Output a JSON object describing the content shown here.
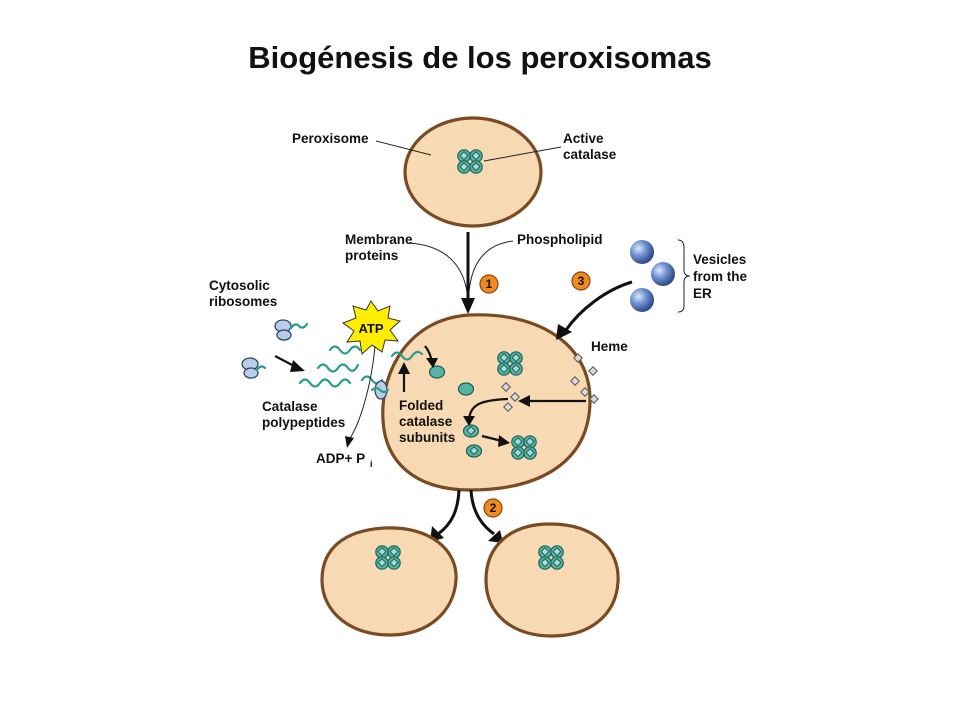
{
  "title": "Biogénesis de los peroxisomas",
  "labels": {
    "peroxisome": "Peroxisome",
    "active": "Active",
    "catalase": "catalase",
    "membrane": "Membrane",
    "proteins": "proteins",
    "phospholipid": "Phospholipid",
    "vesicles": "Vesicles",
    "from_the": "from the",
    "er": "ER",
    "cytosolic": "Cytosolic",
    "ribosomes": "ribosomes",
    "heme": "Heme",
    "catalase_poly_1": "Catalase",
    "catalase_poly_2": "polypeptides",
    "folded": "Folded",
    "catalase_sub": "catalase",
    "subunits": "subunits",
    "adp": "ADP+ P",
    "adp_sub": "i",
    "atp": "ATP"
  },
  "steps": [
    "1",
    "2",
    "3"
  ],
  "colors": {
    "cell_fill": "#f7d9b3",
    "cell_stroke": "#7a4a22",
    "step_badge": "#f08a1e",
    "atp_burst": "#ffee00",
    "catalase": "#56b3a6",
    "vesicle": "#4f74bd"
  }
}
